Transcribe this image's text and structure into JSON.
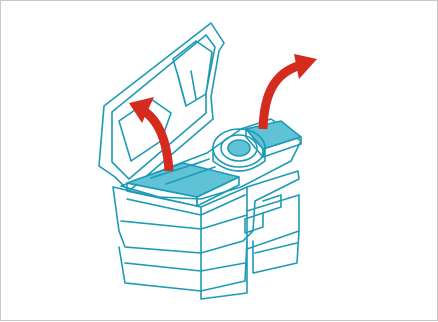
{
  "illustration": {
    "subject": "open-container-with-two-filters",
    "colors": {
      "outline": "#1d9bb4",
      "filter": "#5fc2d6",
      "arrow": "#d52b1e",
      "background": "#ffffff",
      "frame": "#c8c8c8"
    },
    "icons": [
      "lift-arrow-left",
      "lift-arrow-right",
      "round-cap"
    ]
  }
}
